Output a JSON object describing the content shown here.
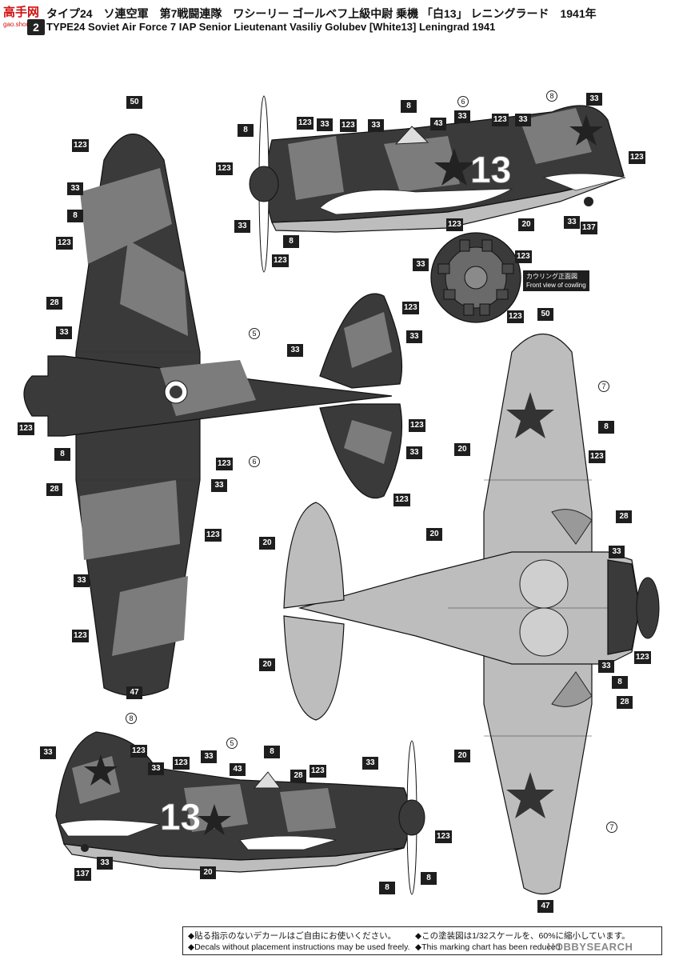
{
  "watermark": {
    "logo_text": "高手网",
    "logo_url": "gao.shou.com",
    "site_mark": "HOBBYSEARCH"
  },
  "header": {
    "type_badge": "2",
    "title_jp": "タイプ24　ソ連空軍　第7戦闘連隊　ワシーリー ゴールベフ上級中尉 乗機 「白13」 レニングラード　1941年",
    "title_en": "TYPE24  Soviet Air Force  7 IAP  Senior Lieutenant Vasiliy Golubev [White13] Leningrad 1941"
  },
  "cowling_note": {
    "jp": "カウリング正面図",
    "en": "Front view of cowling"
  },
  "aircraft_number": "13",
  "callouts": [
    {
      "id": "c50a",
      "text": "50"
    },
    {
      "id": "c123a",
      "text": "123"
    },
    {
      "id": "c33a",
      "text": "33"
    },
    {
      "id": "c8a",
      "text": "8"
    },
    {
      "id": "c123b",
      "text": "123"
    },
    {
      "id": "c28a",
      "text": "28"
    },
    {
      "id": "c33b",
      "text": "33"
    },
    {
      "id": "c123c",
      "text": "123"
    },
    {
      "id": "c8b",
      "text": "8"
    },
    {
      "id": "c28b",
      "text": "28"
    },
    {
      "id": "c33c",
      "text": "33"
    },
    {
      "id": "c123d",
      "text": "123"
    },
    {
      "id": "c47a",
      "text": "47"
    },
    {
      "id": "c123e",
      "text": "123"
    },
    {
      "id": "c33d",
      "text": "33"
    },
    {
      "id": "c123f",
      "text": "123"
    },
    {
      "id": "c33e",
      "text": "33"
    },
    {
      "id": "c123g",
      "text": "123"
    },
    {
      "id": "c33f",
      "text": "33"
    },
    {
      "id": "c123h",
      "text": "123"
    },
    {
      "id": "c123i",
      "text": "123"
    },
    {
      "id": "c33g",
      "text": "33"
    },
    {
      "id": "c8c",
      "text": "8"
    },
    {
      "id": "c123j",
      "text": "123"
    },
    {
      "id": "c33h",
      "text": "33"
    },
    {
      "id": "c123k",
      "text": "123"
    },
    {
      "id": "c33i",
      "text": "33"
    },
    {
      "id": "c8d",
      "text": "8"
    },
    {
      "id": "c43a",
      "text": "43"
    },
    {
      "id": "c33j",
      "text": "33"
    },
    {
      "id": "c123l",
      "text": "123"
    },
    {
      "id": "c33k",
      "text": "33"
    },
    {
      "id": "c33l",
      "text": "33"
    },
    {
      "id": "c123m",
      "text": "123"
    },
    {
      "id": "c123n",
      "text": "123"
    },
    {
      "id": "c33m",
      "text": "33"
    },
    {
      "id": "c8e",
      "text": "8"
    },
    {
      "id": "c123o",
      "text": "123"
    },
    {
      "id": "c123p",
      "text": "123"
    },
    {
      "id": "c20a",
      "text": "20"
    },
    {
      "id": "c33n",
      "text": "33"
    },
    {
      "id": "c137a",
      "text": "137"
    },
    {
      "id": "c33o",
      "text": "33"
    },
    {
      "id": "c123q",
      "text": "123"
    },
    {
      "id": "c123r",
      "text": "123"
    },
    {
      "id": "c50b",
      "text": "50"
    },
    {
      "id": "c8f",
      "text": "8"
    },
    {
      "id": "c123s",
      "text": "123"
    },
    {
      "id": "c20b",
      "text": "20"
    },
    {
      "id": "c28c",
      "text": "28"
    },
    {
      "id": "c20c",
      "text": "20"
    },
    {
      "id": "c20d",
      "text": "20"
    },
    {
      "id": "c33p",
      "text": "33"
    },
    {
      "id": "c20e",
      "text": "20"
    },
    {
      "id": "c123t",
      "text": "123"
    },
    {
      "id": "c33q",
      "text": "33"
    },
    {
      "id": "c8g",
      "text": "8"
    },
    {
      "id": "c28d",
      "text": "28"
    },
    {
      "id": "c20f",
      "text": "20"
    },
    {
      "id": "c47b",
      "text": "47"
    },
    {
      "id": "c33r",
      "text": "33"
    },
    {
      "id": "c123u",
      "text": "123"
    },
    {
      "id": "c123v",
      "text": "123"
    },
    {
      "id": "c33s",
      "text": "33"
    },
    {
      "id": "c8h",
      "text": "8"
    },
    {
      "id": "c43b",
      "text": "43"
    },
    {
      "id": "c28e",
      "text": "28"
    },
    {
      "id": "c123w",
      "text": "123"
    },
    {
      "id": "c33t",
      "text": "33"
    },
    {
      "id": "c33u",
      "text": "33"
    },
    {
      "id": "c123x",
      "text": "123"
    },
    {
      "id": "c137b",
      "text": "137"
    },
    {
      "id": "c33v",
      "text": "33"
    },
    {
      "id": "c20g",
      "text": "20"
    },
    {
      "id": "c8i",
      "text": "8"
    },
    {
      "id": "c8j",
      "text": "8"
    }
  ],
  "decal_refs": [
    {
      "id": "d8a",
      "text": "8"
    },
    {
      "id": "d6a",
      "text": "6"
    },
    {
      "id": "d5a",
      "text": "5"
    },
    {
      "id": "d6b",
      "text": "6"
    },
    {
      "id": "d7a",
      "text": "7"
    },
    {
      "id": "d7b",
      "text": "7"
    },
    {
      "id": "d8b",
      "text": "8"
    },
    {
      "id": "d5b",
      "text": "5"
    }
  ],
  "footer": {
    "note1_jp": "◆貼る指示のないデカールはご自由にお使いください。",
    "note1_en": "◆Decals without placement instructions may be used freely.",
    "note2_jp": "◆この塗装図は1/32スケールを、60%に縮小しています。",
    "note2_en": "◆This marking chart has been reduced"
  }
}
